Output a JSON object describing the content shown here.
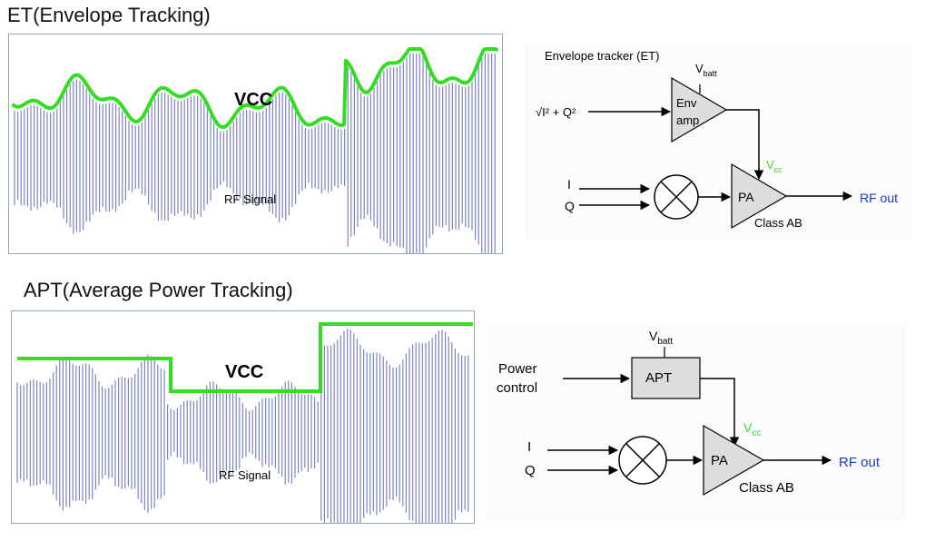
{
  "colors": {
    "vcc_trace": "#33dd22",
    "rf_signal": "#7b84c4",
    "signal_label": "#5566bb",
    "line": "#000000",
    "rf_out": "#1a3fb8",
    "panel_border": "#8fa4bd",
    "block_fill": "#dddddd"
  },
  "et": {
    "heading": "ET(Envelope Tracking)",
    "waveform": {
      "vcc_label": "VCC",
      "rf_label": "RF Signal"
    },
    "diagram": {
      "title": "Envelope tracker (ET)",
      "input_expr": "√I² + Q²",
      "vbatt_main": "V",
      "vbatt_sub": "batt",
      "amp_label_line1": "Env",
      "amp_label_line2": "amp",
      "vcc_main": "V",
      "vcc_sub": "cc",
      "i_label": "I",
      "q_label": "Q",
      "pa_label": "PA",
      "pa_class": "Class AB",
      "rf_out": "RF out"
    }
  },
  "apt": {
    "heading": "APT(Average Power Tracking)",
    "waveform": {
      "vcc_label": "VCC",
      "rf_label": "RF Signal"
    },
    "diagram": {
      "power_line1": "Power",
      "power_line2": "control",
      "apt_label": "APT",
      "vbatt_main": "V",
      "vbatt_sub": "batt",
      "vcc_main": "V",
      "vcc_sub": "cc",
      "i_label": "I",
      "q_label": "Q",
      "pa_label": "PA",
      "pa_class": "Class AB",
      "rf_out": "RF out"
    }
  }
}
